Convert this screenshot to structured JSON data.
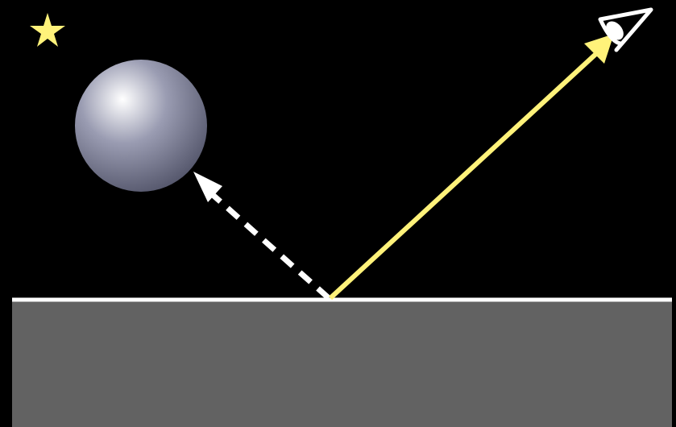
{
  "diagram": {
    "colors": {
      "background": "#000000",
      "ground_fill": "#626262",
      "ground_edge": "#ffffff",
      "reflected_ray": "#fff27a",
      "incident_ray": "#ffffff",
      "star": "#fff27a",
      "sphere_highlight": "#ffffff",
      "sphere_mid": "#9a9cb2",
      "sphere_shadow": "#55576c",
      "eye": "#ffffff"
    },
    "icons": {
      "light_source": "star-icon",
      "object": "sphere",
      "viewer": "eye-icon"
    },
    "rays": {
      "reflected_style": "solid-arrow",
      "reflected_direction": "surface-to-eye",
      "secondary_style": "dashed-arrow",
      "secondary_direction": "surface-to-sphere"
    }
  }
}
